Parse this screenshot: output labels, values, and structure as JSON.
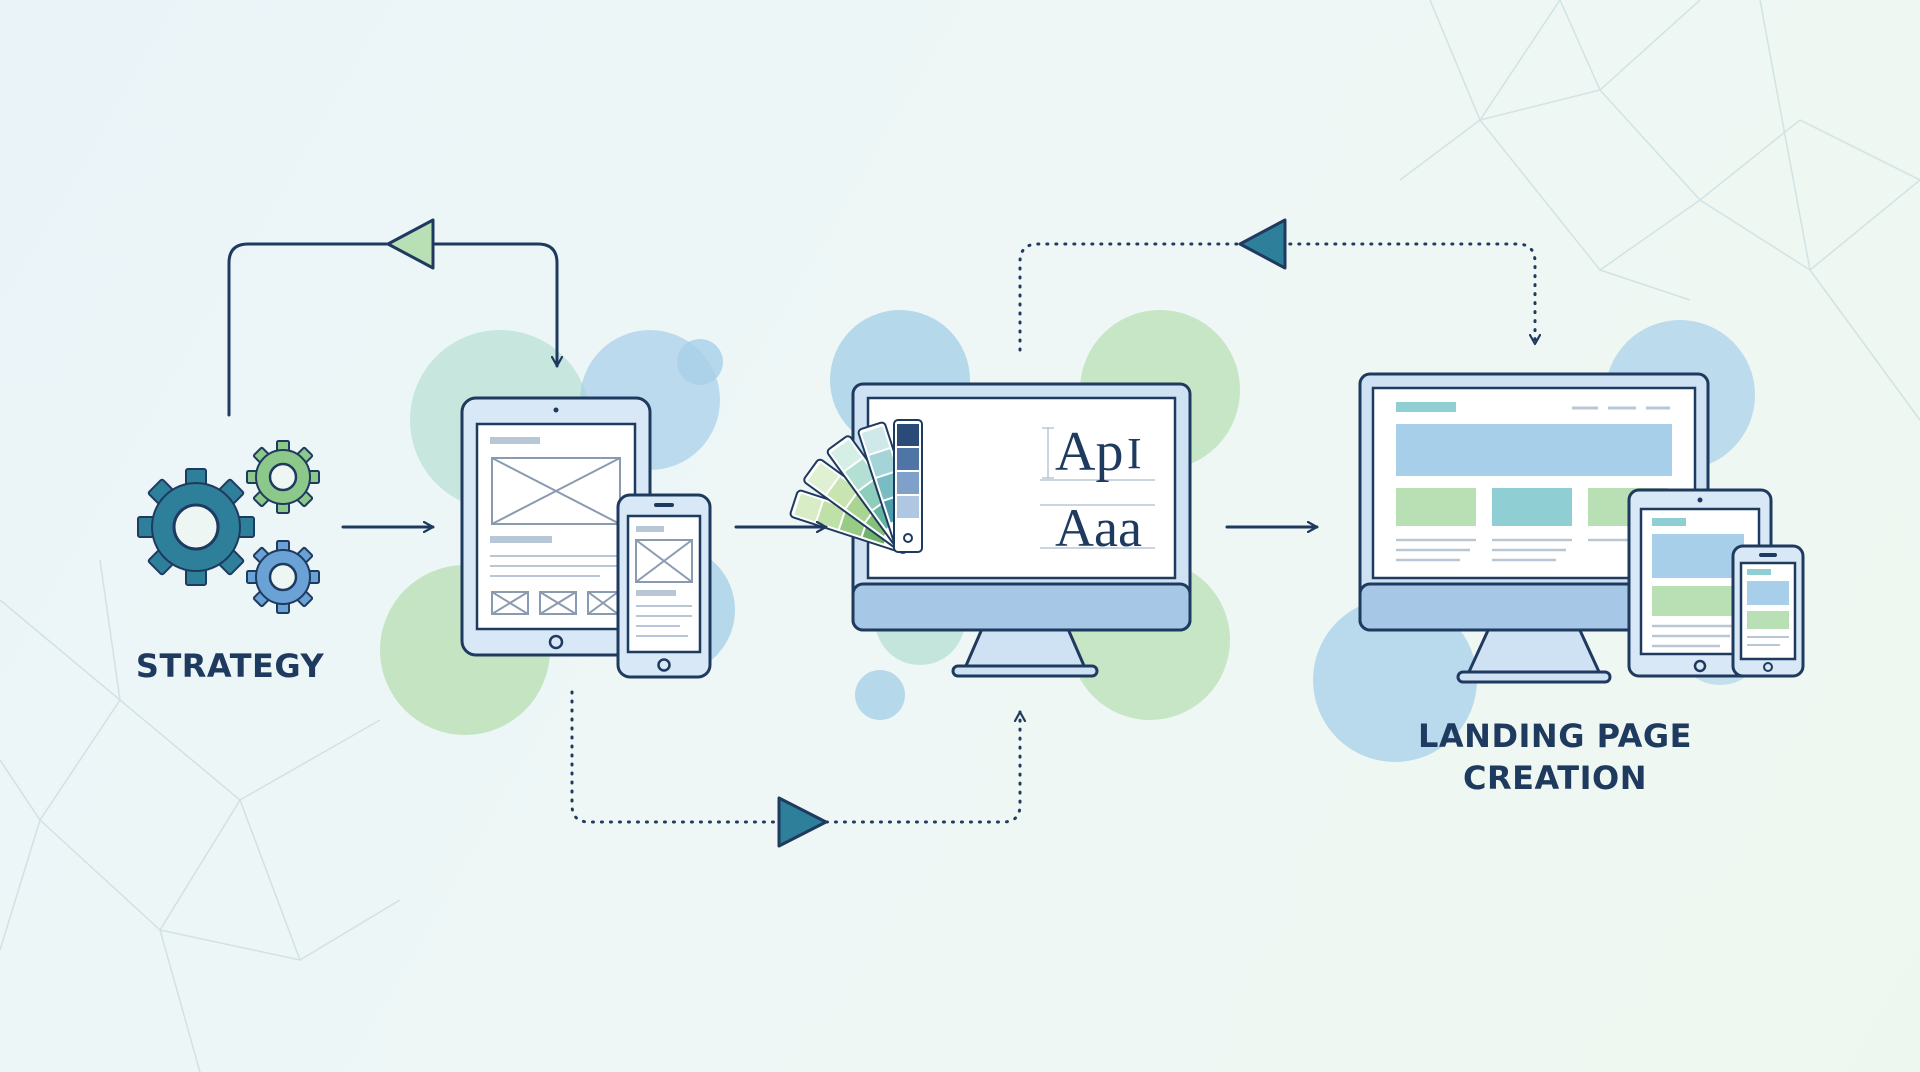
{
  "labels": {
    "strategy": "STRATEGY",
    "landing_line1": "LANDING PAGE",
    "landing_line2": "CREATION"
  },
  "typography_sample": {
    "top": "Ap",
    "cursor": "I",
    "bottom": "Aaa"
  },
  "colors": {
    "navy": "#1f3a5f",
    "teal": "#2e7f9a",
    "teal_light": "#8fcfd4",
    "green_light": "#b9e0b5",
    "blue_light": "#a7cfe9",
    "screen_fill": "#cfe2f3",
    "background": "#eef6f4"
  },
  "icons": [
    "gears-icon",
    "tablet-wireframe-icon",
    "phone-wireframe-icon",
    "color-swatches-icon",
    "typography-icon",
    "desktop-monitor-icon",
    "responsive-devices-icon"
  ]
}
